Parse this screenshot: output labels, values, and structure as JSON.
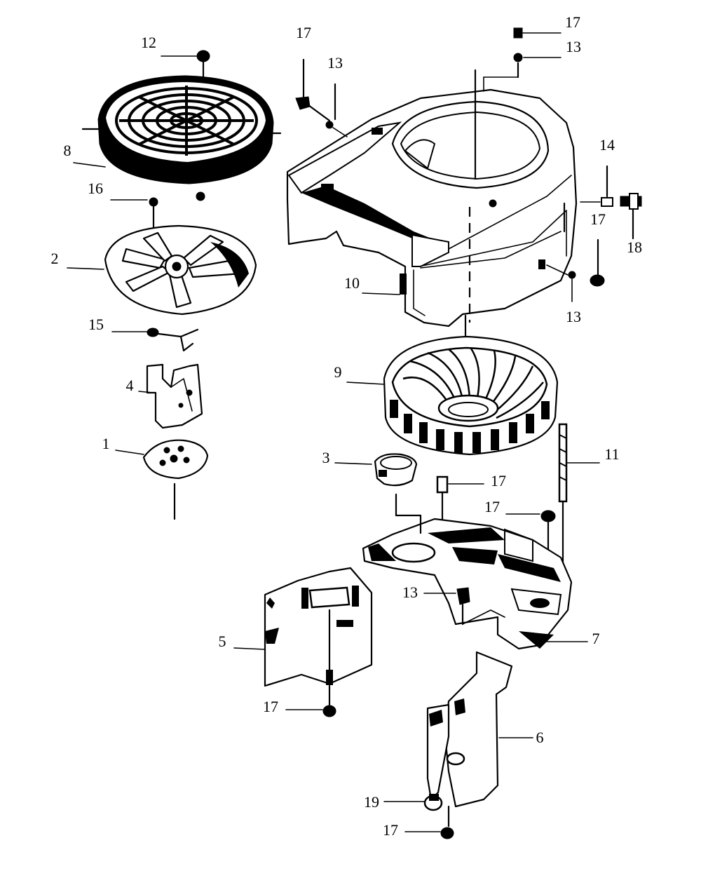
{
  "diagram": {
    "callouts": [
      {
        "id": "c12a",
        "text": "12"
      },
      {
        "id": "c8",
        "text": "8"
      },
      {
        "id": "c16",
        "text": "16"
      },
      {
        "id": "c2",
        "text": "2"
      },
      {
        "id": "c15",
        "text": "15"
      },
      {
        "id": "c4",
        "text": "4"
      },
      {
        "id": "c1",
        "text": "1"
      },
      {
        "id": "c17a",
        "text": "17"
      },
      {
        "id": "c13a",
        "text": "13"
      },
      {
        "id": "c17b",
        "text": "17"
      },
      {
        "id": "c13b",
        "text": "13"
      },
      {
        "id": "c14",
        "text": "14"
      },
      {
        "id": "c17c",
        "text": "17"
      },
      {
        "id": "c18",
        "text": "18"
      },
      {
        "id": "c10",
        "text": "10"
      },
      {
        "id": "c13c",
        "text": "13"
      },
      {
        "id": "c9",
        "text": "9"
      },
      {
        "id": "c3",
        "text": "3"
      },
      {
        "id": "c17d",
        "text": "17"
      },
      {
        "id": "c11",
        "text": "11"
      },
      {
        "id": "c17e",
        "text": "17"
      },
      {
        "id": "c13d",
        "text": "13"
      },
      {
        "id": "c7",
        "text": "7"
      },
      {
        "id": "c5",
        "text": "5"
      },
      {
        "id": "c17f",
        "text": "17"
      },
      {
        "id": "c6",
        "text": "6"
      },
      {
        "id": "c19",
        "text": "19"
      },
      {
        "id": "c17g",
        "text": "17"
      }
    ]
  }
}
